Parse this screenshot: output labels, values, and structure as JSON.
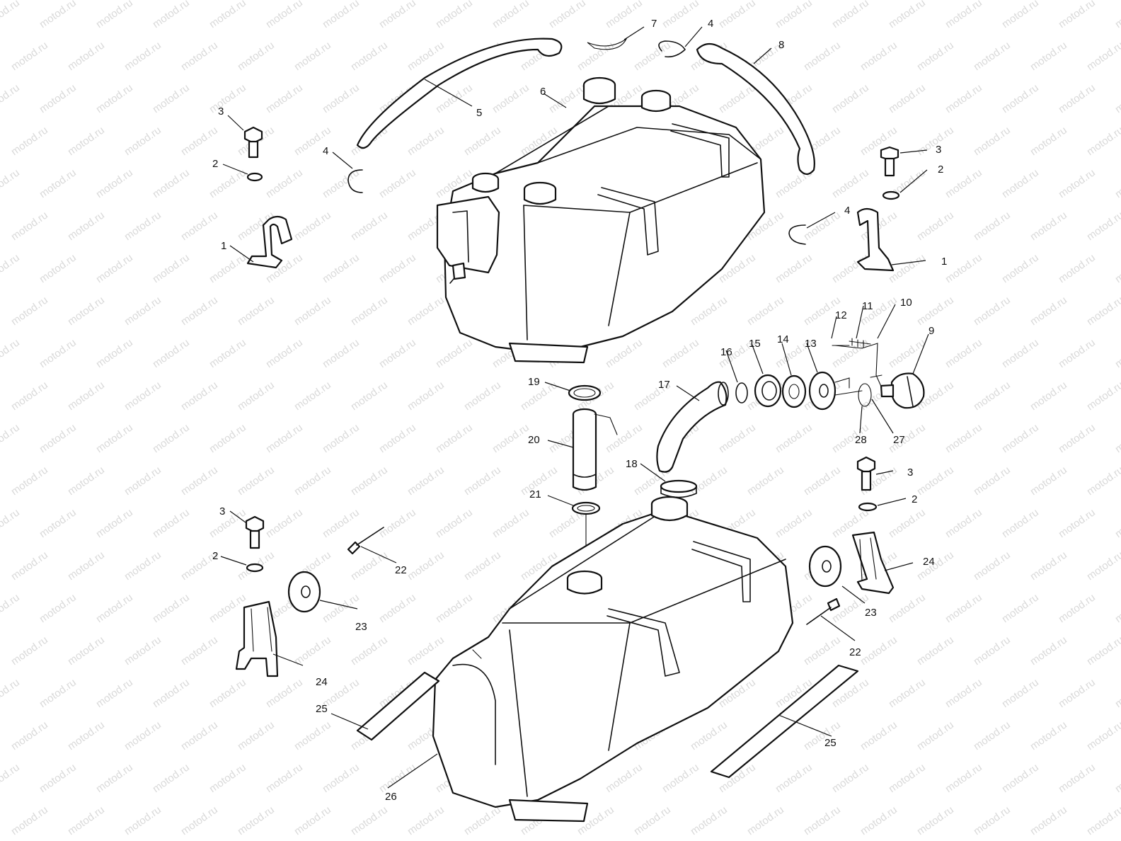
{
  "watermark": {
    "text": "motod.ru",
    "color": "#d9d9d9"
  },
  "callouts": {
    "c1a": "1",
    "c1b": "1",
    "c2a": "2",
    "c2b": "2",
    "c2c": "2",
    "c2d": "2",
    "c3a": "3",
    "c3b": "3",
    "c3c": "3",
    "c3d": "3",
    "c4a": "4",
    "c4b": "4",
    "c4c": "4",
    "c5": "5",
    "c6": "6",
    "c7": "7",
    "c8": "8",
    "c9": "9",
    "c10": "10",
    "c11": "11",
    "c12": "12",
    "c13": "13",
    "c14": "14",
    "c15": "15",
    "c16": "16",
    "c17": "17",
    "c18": "18",
    "c19": "19",
    "c20": "20",
    "c21": "21",
    "c22a": "22",
    "c22b": "22",
    "c23a": "23",
    "c23b": "23",
    "c24a": "24",
    "c24b": "24",
    "c25a": "25",
    "c25b": "25",
    "c26": "26",
    "c27": "27",
    "c28": "28"
  }
}
